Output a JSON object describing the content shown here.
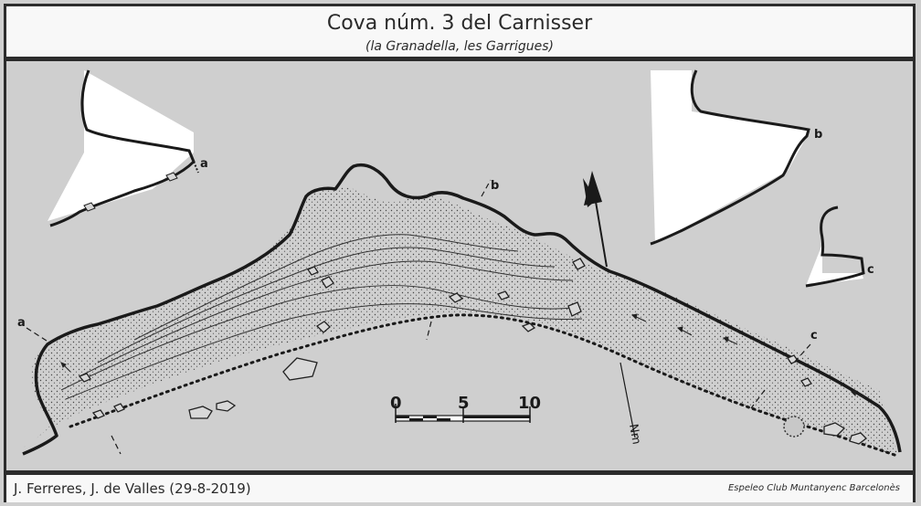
{
  "header": {
    "title": "Cova núm. 3 del Carnisser",
    "subtitle": "(la Granadella, les Garrigues)"
  },
  "map": {
    "section_labels": [
      "a",
      "b",
      "c"
    ],
    "scale": {
      "ticks": [
        "0",
        "5",
        "10"
      ]
    },
    "north_label": "Nm"
  },
  "footer": {
    "authors": "J. Ferreres, J. de Valles (29-8-2019)",
    "club": "Espeleo Club Muntanyenc Barcelonès"
  }
}
